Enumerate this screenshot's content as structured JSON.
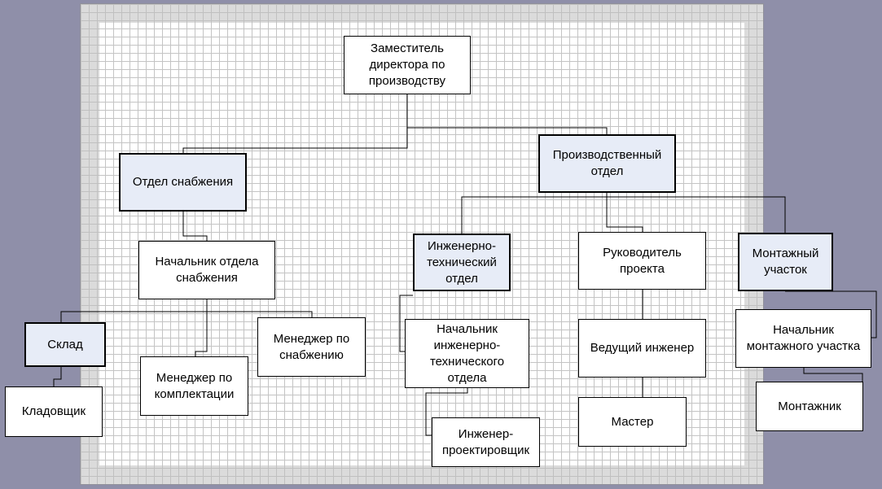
{
  "colors": {
    "background": "#8f8fa9",
    "sheet": "#ffffff",
    "grid": "#c4c4c4",
    "department_fill": "#e7ecf7",
    "position_fill": "#ffffff",
    "line": "#000000"
  },
  "nodes": {
    "deputy_director": "Заместитель\nдиректора по\nпроизводству",
    "supply_department": "Отдел снабжения",
    "production_department": "Производственный\nотдел",
    "head_of_supply": "Начальник отдела\nснабжения",
    "warehouse": "Склад",
    "storekeeper": "Кладовщик",
    "picking_manager": "Менеджер по\nкомплектации",
    "supply_manager": "Менеджер по\nснабжению",
    "engineering_department": "Инженерно-\nтехнический\nотдел",
    "head_of_engineering": "Начальник\nинженерно-\nтехнического\nотдела",
    "design_engineer": "Инженер-\nпроектировщик",
    "project_manager": "Руководитель\nпроекта",
    "lead_engineer": "Ведущий инженер",
    "foreman": "Мастер",
    "assembly_section": "Монтажный\nучасток",
    "head_of_assembly": "Начальник\nмонтажного участка",
    "installer": "Монтажник"
  }
}
